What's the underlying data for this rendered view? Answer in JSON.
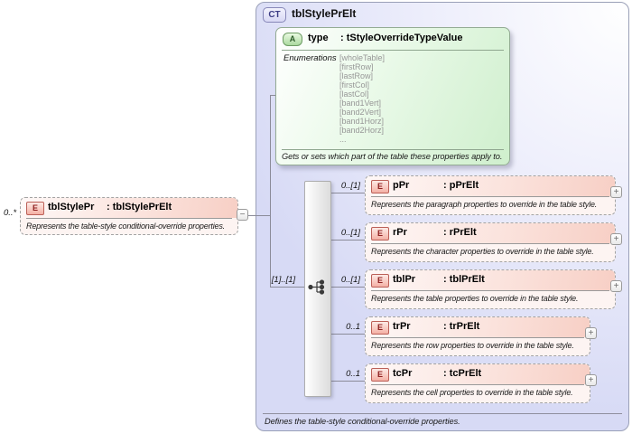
{
  "diagram": {
    "root_element": {
      "cardinality": "0..*",
      "badge": "E",
      "name": "tblStylePr",
      "type": ": tblStylePrElt",
      "description": "Represents the table-style conditional-override properties.",
      "collapse_glyph": "−"
    },
    "complex_type": {
      "badge": "CT",
      "title": "tblStylePrElt",
      "footer": "Defines the table-style conditional-override properties."
    },
    "attribute": {
      "badge": "A",
      "name": "type",
      "type": ": tStyleOverrideTypeValue",
      "enumerations_label": "Enumerations",
      "enumerations": [
        "[wholeTable]",
        "[firstRow]",
        "[lastRow]",
        "[firstCol]",
        "[lastCol]",
        "[band1Vert]",
        "[band2Vert]",
        "[band1Horz]",
        "[band2Horz]",
        "..."
      ],
      "description": "Gets or sets which part of the table these properties apply to."
    },
    "sequence": {
      "cardinality": "[1]..[1]"
    },
    "children": [
      {
        "cardinality": "0..[1]",
        "badge": "E",
        "name": "pPr",
        "type": ": pPrElt",
        "description": "Represents the paragraph properties to override in the table style.",
        "expand_glyph": "+"
      },
      {
        "cardinality": "0..[1]",
        "badge": "E",
        "name": "rPr",
        "type": ": rPrElt",
        "description": "Represents the character properties to override in the table style.",
        "expand_glyph": "+"
      },
      {
        "cardinality": "0..[1]",
        "badge": "E",
        "name": "tblPr",
        "type": ": tblPrElt",
        "description": "Represents the table properties to override in the table style.",
        "expand_glyph": "+"
      },
      {
        "cardinality": "0..1",
        "badge": "E",
        "name": "trPr",
        "type": ": trPrElt",
        "description": "Represents the row properties to override in the table style.",
        "expand_glyph": "+"
      },
      {
        "cardinality": "0..1",
        "badge": "E",
        "name": "tcPr",
        "type": ": tcPrElt",
        "description": "Represents the cell properties to override in the table style.",
        "expand_glyph": "+"
      }
    ],
    "colors": {
      "container_fill": "#d7daf5",
      "element_fill": "#f7cfc5",
      "attribute_fill": "#cfefcd",
      "line": "#8b8b99"
    }
  }
}
